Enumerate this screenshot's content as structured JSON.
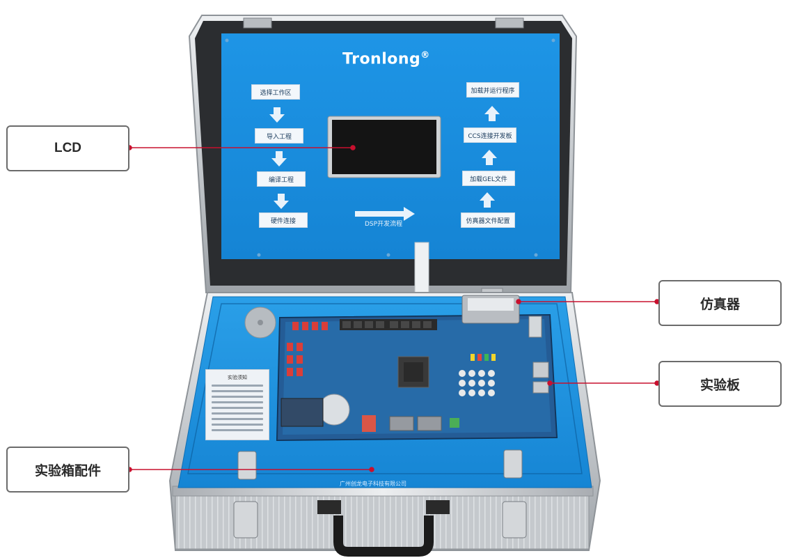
{
  "lid": {
    "brand": "Tronlong",
    "brand_mark": "®",
    "flow_left": [
      "选择工作区",
      "导入工程",
      "编译工程",
      "硬件连接"
    ],
    "flow_right": [
      "加载并运行程序",
      "CCS连接开发板",
      "加载GEL文件",
      "仿真器文件配置"
    ],
    "flow_caption": "DSP开发流程"
  },
  "callouts": {
    "lcd": "LCD",
    "emulator": "仿真器",
    "board": "实验板",
    "accessories": "实验箱配件"
  },
  "base": {
    "company": "广州创龙电子科技有限公司",
    "notice_title": "实验须知"
  },
  "colors": {
    "panel_blue": "#1a8fe0",
    "callout_line": "#c8102e",
    "aluminum": "#c9ccd0"
  }
}
